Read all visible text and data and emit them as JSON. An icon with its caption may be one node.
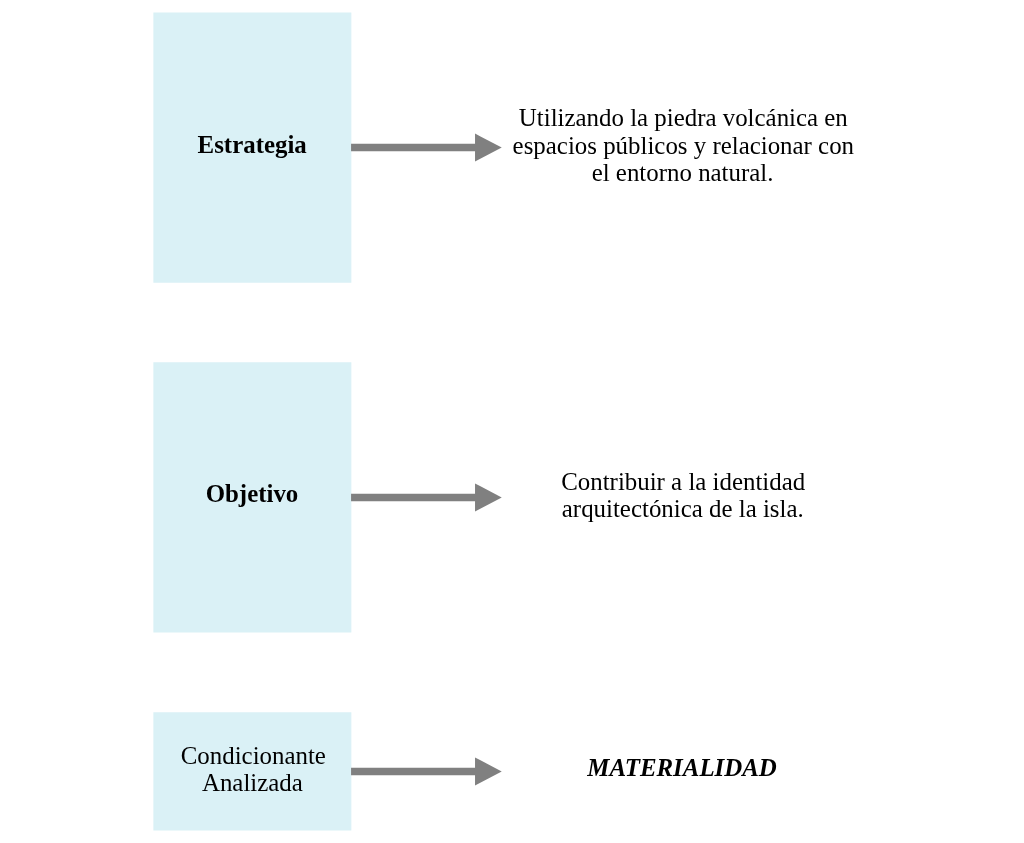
{
  "diagram": {
    "nodes": [
      {
        "text": [
          "Condicionante Analizada"
        ]
      },
      {
        "text": [
          "MATERIALIDAD"
        ]
      },
      {
        "text": [
          "Objetivo"
        ]
      },
      {
        "text": [
          "Contribuir a la identidad arquitectónica de la isla."
        ]
      },
      {
        "text": [
          "Estrategia"
        ]
      },
      {
        "text": [
          "Utilizando la piedra volcánica en espacios públicos y relacionar con el entorno natural."
        ]
      }
    ],
    "edges": [
      {
        "from": 0,
        "to": 1,
        "arrow": "to"
      },
      {
        "from": 2,
        "to": 3,
        "arrow": "to"
      },
      {
        "from": 4,
        "to": 5,
        "arrow": "to"
      }
    ]
  }
}
